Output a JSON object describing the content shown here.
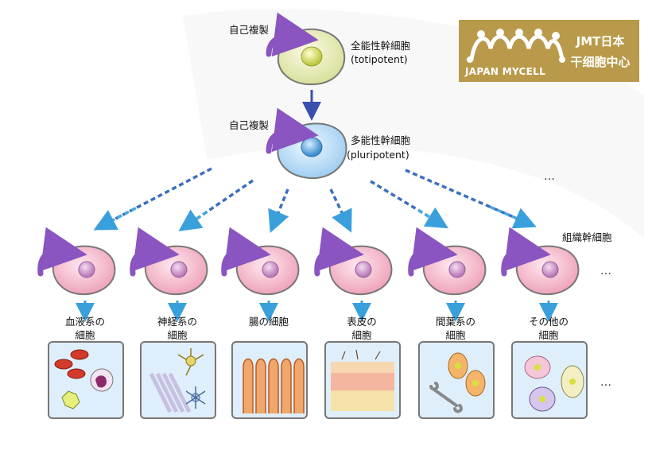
{
  "top_cell": {
    "self_renew": "自己複製",
    "name": "全能性幹細胞",
    "sub": "(totipotent)"
  },
  "mid_cell": {
    "self_renew": "自己複製",
    "name": "多能性幹細胞",
    "sub": "(pluripotent)"
  },
  "tissue_label": "組織幹細胞",
  "ellipsis": "…",
  "columns": [
    {
      "line1": "血液系の",
      "line2": "細胞"
    },
    {
      "line1": "神経系の",
      "line2": "細胞"
    },
    {
      "line1": "腸の細胞",
      "line2": ""
    },
    {
      "line1": "表皮の",
      "line2": "細胞"
    },
    {
      "line1": "間葉系の",
      "line2": "細胞"
    },
    {
      "line1": "その他の",
      "line2": "細胞"
    }
  ],
  "logo": {
    "brand": "JAPAN MYCELL",
    "title1": "JMT日本",
    "title2": "干细胞中心"
  },
  "colors": {
    "cell_pink": "#f4b6c8",
    "cell_blue": "#b8dcf5",
    "cell_yellow": "#e7ecb4",
    "arrow_blue": "#3a6fc0",
    "arrow_light": "#4aa8de",
    "renew_purple": "#8a55c0",
    "logo_gold": "#b99a4a"
  }
}
